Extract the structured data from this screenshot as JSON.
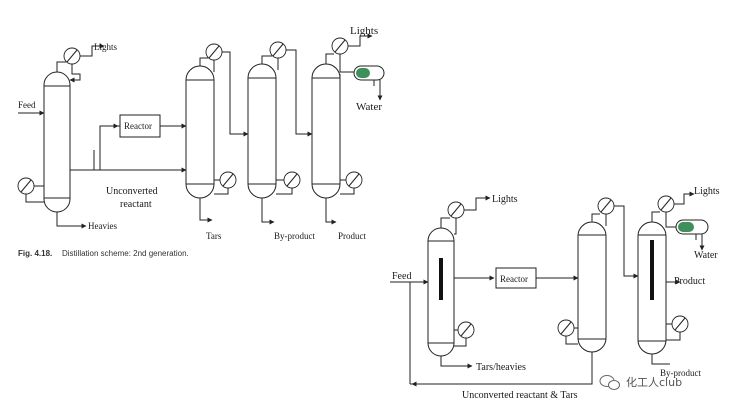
{
  "diagram1": {
    "caption_number": "Fig. 4.18.",
    "caption_text": "Distillation scheme: 2nd generation.",
    "labels": {
      "feed": "Feed",
      "lights_left": "Lights",
      "heavies": "Heavies",
      "reactor": "Reactor",
      "unconverted": "Unconverted",
      "reactant": "reactant",
      "tars": "Tars",
      "byproduct": "By-product",
      "product": "Product",
      "lights_right": "Lights",
      "water": "Water"
    }
  },
  "diagram2": {
    "labels": {
      "feed": "Feed",
      "lights_left": "Lights",
      "reactor": "Reactor",
      "tars_heavies": "Tars/heavies",
      "unconverted_tars": "Unconverted reactant & Tars",
      "lights_right": "Lights",
      "water": "Water",
      "product": "Product",
      "byproduct": "By-product"
    }
  },
  "watermark": {
    "text": "化工人club",
    "icon": "wechat-icon"
  },
  "colors": {
    "line": "#222222",
    "cooler_fill": "#3f8f5c"
  }
}
